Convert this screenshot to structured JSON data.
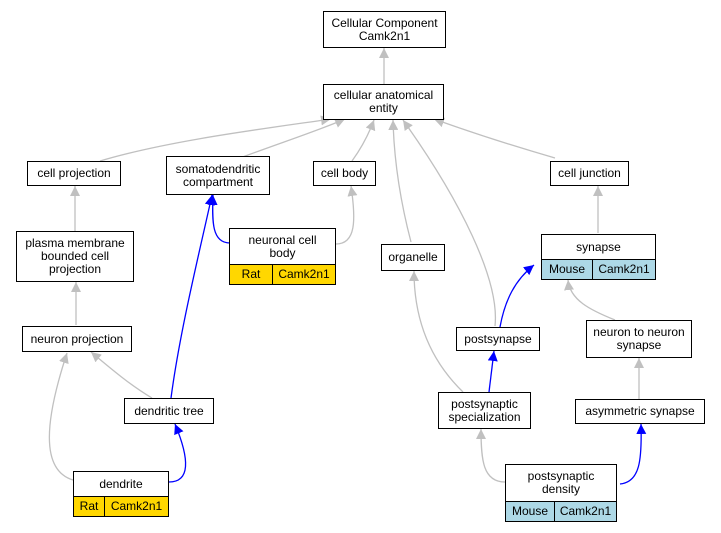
{
  "colors": {
    "is_a_edge": "#c0c0c0",
    "part_of_edge": "#0000ff",
    "rat_annotation": "#ffd700",
    "mouse_annotation": "#add8e6"
  },
  "nodes": {
    "root": {
      "label": "Cellular Component\nCamk2n1"
    },
    "cellular_anatomical_entity": {
      "label": "cellular anatomical\nentity"
    },
    "cell_projection": {
      "label": "cell projection"
    },
    "somatodendritic_compartment": {
      "label": "somatodendritic\ncompartment"
    },
    "cell_body": {
      "label": "cell body"
    },
    "cell_junction": {
      "label": "cell junction"
    },
    "plasma_membrane_bounded_cell_projection": {
      "label": "plasma membrane\nbounded cell\nprojection"
    },
    "neuronal_cell_body": {
      "label": "neuronal cell\nbody",
      "annotation": {
        "species": "Rat",
        "gene": "Camk2n1"
      }
    },
    "organelle": {
      "label": "organelle"
    },
    "synapse": {
      "label": "synapse",
      "annotation": {
        "species": "Mouse",
        "gene": "Camk2n1"
      }
    },
    "neuron_projection": {
      "label": "neuron projection"
    },
    "postsynapse": {
      "label": "postsynapse"
    },
    "neuron_to_neuron_synapse": {
      "label": "neuron to neuron\nsynapse"
    },
    "dendritic_tree": {
      "label": "dendritic tree"
    },
    "postsynaptic_specialization": {
      "label": "postsynaptic\nspecialization"
    },
    "asymmetric_synapse": {
      "label": "asymmetric synapse"
    },
    "dendrite": {
      "label": "dendrite",
      "annotation": {
        "species": "Rat",
        "gene": "Camk2n1"
      }
    },
    "postsynaptic_density": {
      "label": "postsynaptic\ndensity",
      "annotation": {
        "species": "Mouse",
        "gene": "Camk2n1"
      }
    }
  }
}
